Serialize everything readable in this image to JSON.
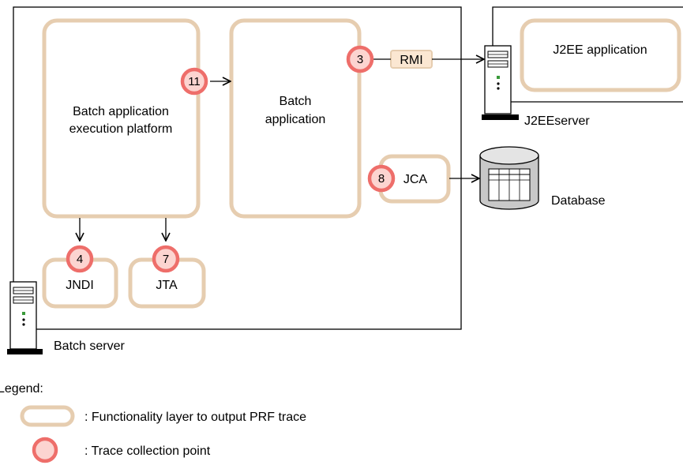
{
  "batch_server": {
    "label": "Batch server",
    "platform": {
      "line1": "Batch application",
      "line2": "execution platform"
    },
    "application": {
      "line1": "Batch",
      "line2": "application"
    },
    "jndi": "JNDI",
    "jta": "JTA",
    "jca": "JCA",
    "rmi": "RMI"
  },
  "j2ee_server": {
    "label": "J2EEserver",
    "application": "J2EE application"
  },
  "database": {
    "label": "Database"
  },
  "trace_points": {
    "platform_to_app": "11",
    "rmi": "3",
    "jca": "8",
    "jndi": "4",
    "jta": "7"
  },
  "legend": {
    "title": "Legend:",
    "layer": ": Functionality layer to output PRF trace",
    "point": ": Trace collection point"
  },
  "colors": {
    "layer_border": "#e6cdb0",
    "point_fill": "#fcd4d0",
    "point_border": "#ee6e6a",
    "rmi_fill": "#fbe7d2"
  }
}
